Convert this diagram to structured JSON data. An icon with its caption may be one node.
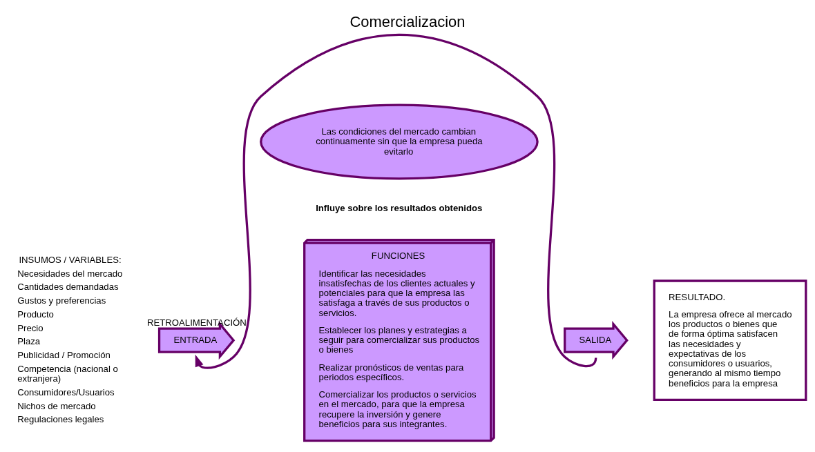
{
  "diagram": {
    "title": "Comercializacion",
    "nodes": [
      {
        "text": [
          "Las condiciones del mercado cambian continuamente sin que la empresa pueda evitarlo"
        ]
      },
      {
        "text": [
          "ENTRADA"
        ]
      },
      {
        "text": [
          "FUNCIONES",
          "Identificar las necesidades insatisfechas de los clientes actuales y potenciales para que la empresa las satisfaga a través de sus productos o servicios.",
          "Establecer los planes y estrategias a seguir para comercializar sus productos o bienes",
          "Realizar pronósticos de ventas para periodos específicos.",
          "Comercializar los productos o servicios en el mercado, para que la empresa recupere la inversión y genere beneficios para sus integrantes."
        ]
      },
      {
        "text": [
          "SALIDA"
        ]
      },
      {
        "text": [
          "RESULTADO.",
          "La empresa ofrece al mercado los productos o bienes que de forma óptima satisfacen las necesidades y expectativas de los consumidores o usuarios, generando al mismo tiempo beneficios para la empresa"
        ]
      }
    ],
    "edges": [
      {
        "from": 3,
        "to": 1,
        "arrow": "to",
        "label": "RETROALIMENTACIÓN"
      }
    ],
    "labels": [
      "Influye sobre los resultados obtenidos",
      "INSUMOS / VARIABLES:",
      "Necesidades del mercado",
      "Cantidades demandadas",
      "Gustos y preferencias",
      "Producto",
      "Precio",
      "Plaza",
      "Publicidad / Promoción",
      "Competencia (nacional o extranjera)",
      "Consumidores/Usuarios",
      "Nichos de mercado",
      "Regulaciones legales"
    ]
  }
}
